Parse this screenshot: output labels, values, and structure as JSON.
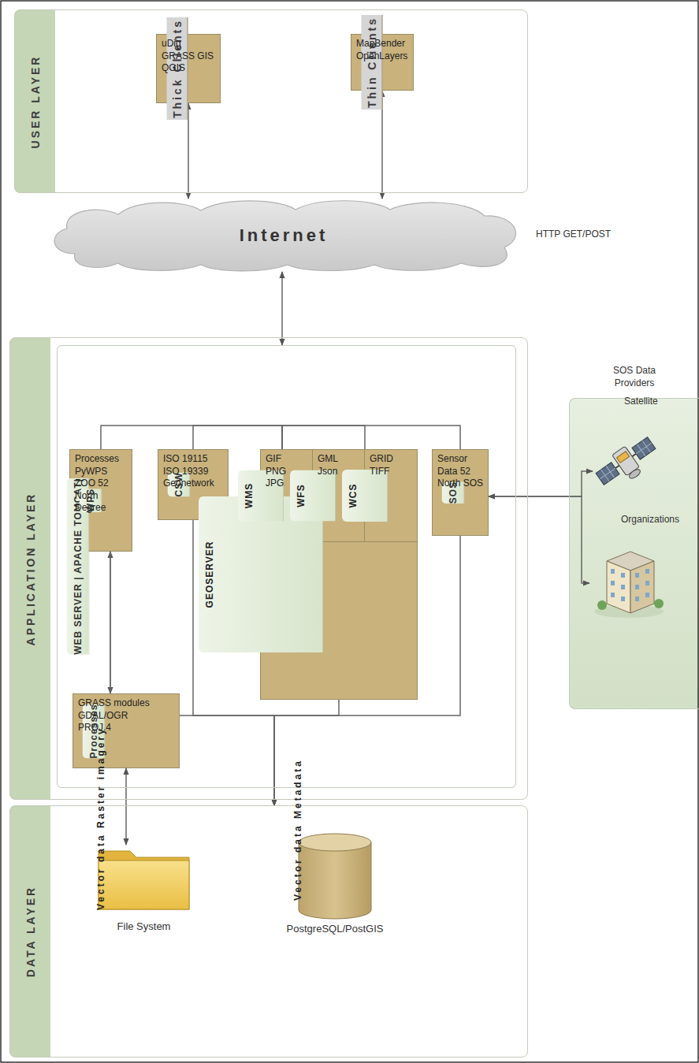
{
  "diagram": {
    "nodes": [
      {
        "text": [
          "USER LAYER"
        ]
      },
      {
        "text": [
          "Thick Clients",
          "uDig GRASS GIS QGIS"
        ],
        "in": 0
      },
      {
        "text": [
          "Thin Clients",
          "MapBender OpenLayers"
        ],
        "in": 0
      },
      {
        "text": [
          "Internet"
        ]
      },
      {
        "text": [
          "APPLICATION LAYER"
        ]
      },
      {
        "text": [
          "WEB SERVER | APACHE TOMCAT|"
        ],
        "in": 4
      },
      {
        "text": [
          "WPS",
          "Processes PyWPS ZOO 52 North Degree"
        ],
        "in": 5
      },
      {
        "text": [
          "CSW",
          "ISO 19115 ISO 19339 Geonetwork"
        ],
        "in": 5
      },
      {
        "text": [
          "GEOSERVER"
        ],
        "in": 5
      },
      {
        "text": [
          "WMS",
          "GIF PNG JPG"
        ],
        "in": 8
      },
      {
        "text": [
          "WFS",
          "GML Json"
        ],
        "in": 8
      },
      {
        "text": [
          "WCS",
          "GRID TIFF"
        ],
        "in": 8
      },
      {
        "text": [
          "SOS",
          "Sensor Data 52 North SOS"
        ],
        "in": 5
      },
      {
        "text": [
          "Processes",
          "GRASS modules GDAL/OGR PROJ.4"
        ],
        "in": 5
      },
      {
        "text": [
          "SOS Data Providers"
        ]
      },
      {
        "text": [
          "Satellite"
        ],
        "in": 14
      },
      {
        "text": [
          "Organizations"
        ],
        "in": 14
      },
      {
        "text": [
          "DATA LAYER"
        ]
      },
      {
        "text": [
          "Vector data Raster imagery",
          "File System"
        ],
        "in": 17
      },
      {
        "text": [
          "Vector data Metadata",
          "PostgreSQL/PostGIS"
        ],
        "in": 17
      }
    ],
    "edges": [
      {
        "from": 1,
        "to": 3,
        "arrow": "both"
      },
      {
        "from": 2,
        "to": 3,
        "arrow": "both"
      },
      {
        "from": 3,
        "to": 5,
        "arrow": "both"
      },
      {
        "from": 6,
        "to": 5,
        "arrow": "to"
      },
      {
        "from": 7,
        "to": 5,
        "arrow": "to"
      },
      {
        "from": 8,
        "to": 5,
        "arrow": "to"
      },
      {
        "from": 12,
        "to": 5,
        "arrow": "to"
      },
      {
        "from": 6,
        "to": 13,
        "arrow": "both"
      },
      {
        "from": 13,
        "to": 18,
        "arrow": "both"
      },
      {
        "from": 6,
        "to": 17,
        "arrow": "to"
      },
      {
        "from": 7,
        "to": 17,
        "arrow": "to"
      },
      {
        "from": 8,
        "to": 17,
        "arrow": "to"
      },
      {
        "from": 12,
        "to": 17,
        "arrow": "to"
      },
      {
        "from": 15,
        "to": 12,
        "arrow": "both"
      },
      {
        "from": 16,
        "to": 12,
        "arrow": "both"
      }
    ],
    "labels": [
      "HTTP GET/POST"
    ]
  }
}
